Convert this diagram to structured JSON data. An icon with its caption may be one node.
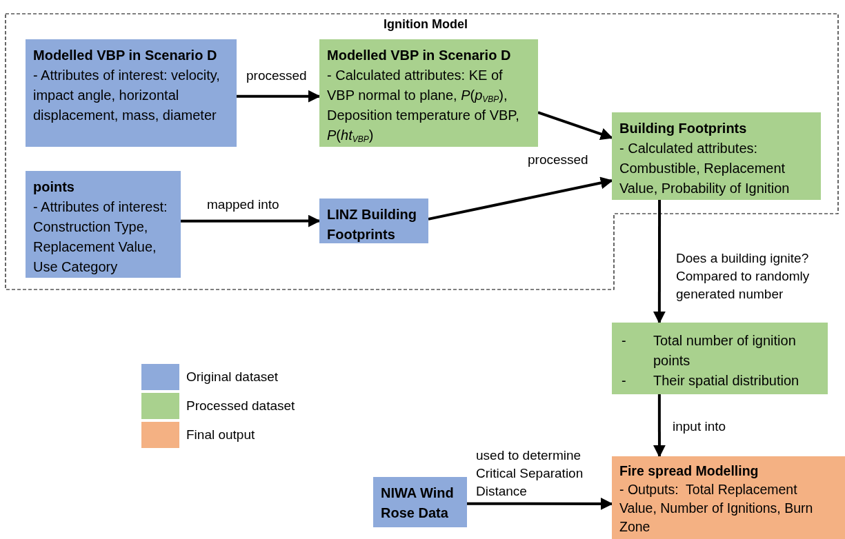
{
  "diagram": {
    "nodes": [
      {
        "text": [
          "Ignition Model"
        ]
      },
      {
        "text": [
          "Modelled VBP in Scenario D",
          "- Attributes of interest: velocity, impact angle, horizontal displacement, mass, diameter"
        ],
        "in": 0
      },
      {
        "text": [
          "Modelled VBP in Scenario D",
          "- Calculated attributes: KE of VBP normal to plane, *P*(*p*$_{VBP}$), Deposition temperature of VBP, *P*(*ht*$_{VBP}$)"
        ],
        "in": 0
      },
      {
        "text": [
          "Building Footprints",
          "- Calculated attributes: Combustible, Replacement Value, Probability of Ignition"
        ],
        "in": 0
      },
      {
        "text": [
          "points",
          "- Attributes of interest: Construction Type, Replacement Value, Use Category"
        ],
        "in": 0
      },
      {
        "text": [
          "LINZ Building Footprints"
        ],
        "in": 0
      },
      {
        "text": [
          "-",
          "Total number of ignition points",
          "-",
          "Their spatial distribution"
        ]
      },
      {
        "text": [
          "Fire spread Modelling",
          "- Outputs:  Total Replacement Value, Number of Ignitions, Burn Zone"
        ]
      },
      {
        "text": [
          "NIWA Wind Rose Data"
        ]
      }
    ],
    "edges": [
      {
        "from": 1,
        "to": 2,
        "arrow": "to",
        "label": "processed"
      },
      {
        "from": 2,
        "to": 3,
        "arrow": "to"
      },
      {
        "from": 5,
        "to": 3,
        "arrow": "to",
        "label": "processed"
      },
      {
        "from": 4,
        "to": 5,
        "arrow": "to",
        "label": "mapped into"
      },
      {
        "from": 3,
        "to": 6,
        "arrow": "to",
        "label": "Does a building ignite? Compared to randomly generated number"
      },
      {
        "from": 6,
        "to": 7,
        "arrow": "to",
        "label": "input into"
      },
      {
        "from": 8,
        "to": 7,
        "arrow": "to",
        "label": "used to determine Critical Separation Distance"
      }
    ],
    "legend": [
      {
        "text": "Original dataset",
        "color": "#8eaadb"
      },
      {
        "text": "Processed dataset",
        "color": "#a9d18e"
      },
      {
        "text": "Final output",
        "color": "#f4b183"
      }
    ]
  }
}
